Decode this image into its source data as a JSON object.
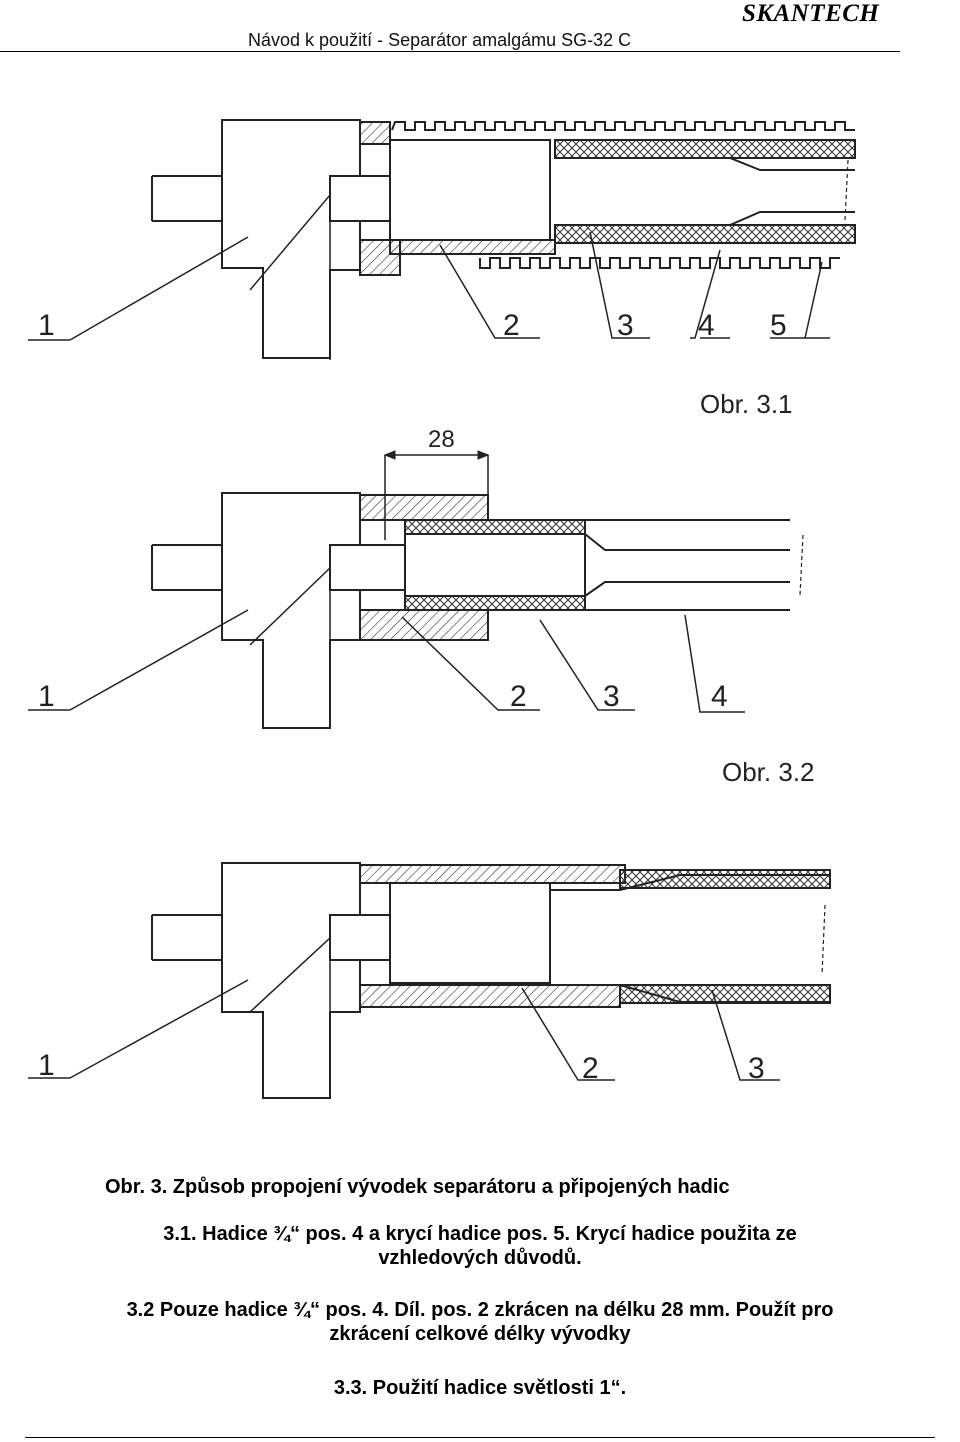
{
  "header": {
    "title": "Návod k použití - Separátor amalgámu SG-32 C",
    "brand": "SKANTECH"
  },
  "figures": [
    {
      "caption": "Obr. 3.1",
      "labels": [
        "1",
        "2",
        "3",
        "4",
        "5"
      ]
    },
    {
      "caption": "Obr. 3.2",
      "dimension": "28",
      "labels": [
        "1",
        "2",
        "3",
        "4"
      ]
    },
    {
      "labels": [
        "1",
        "2",
        "3"
      ]
    }
  ],
  "captions": {
    "main": "Obr. 3.  Způsob propojení vývodek separátoru a připojených hadic",
    "item1_line1": "3.1. Hadice ¾“ pos. 4 a krycí hadice pos. 5. Krycí hadice použita ze",
    "item1_line2": "vzhledových důvodů.",
    "item2_line1": "3.2 Pouze hadice ¾“ pos. 4. Díl. pos. 2 zkrácen na délku 28 mm. Použít pro",
    "item2_line2": "zkrácení celkové délky vývodky",
    "item3": "3.3. Použití hadice světlosti 1“."
  }
}
